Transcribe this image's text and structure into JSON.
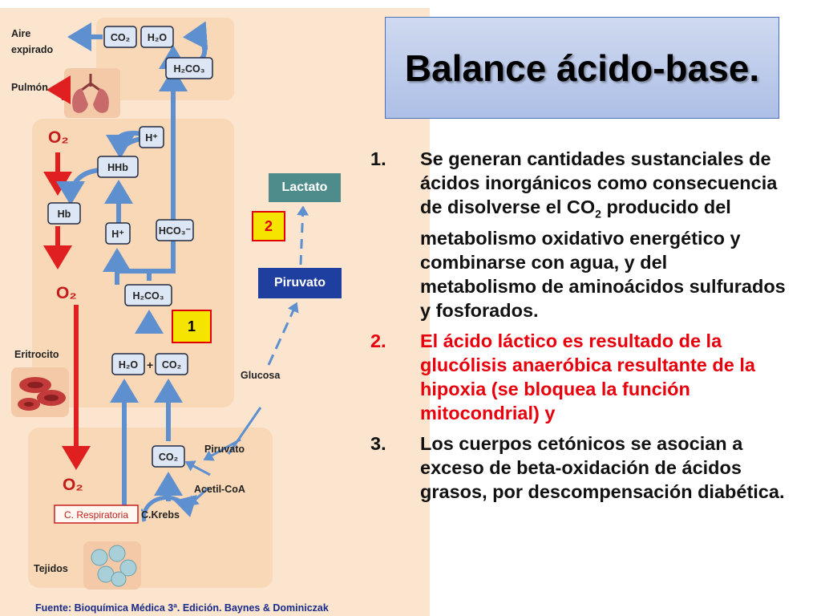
{
  "slide": {
    "title": "Balance ácido-base.",
    "points": [
      {
        "num": "1.",
        "text": "Se generan cantidades sustanciales de ácidos inorgánicos como consecuencia de disolverse el CO",
        "sub": "2",
        "text2": " producido del metabolismo oxidativo energético y combinarse con agua, y del metabolismo de aminoácidos sulfurados y fosforados.",
        "color": "#111111"
      },
      {
        "num": "2.",
        "text": "El ácido láctico es resultado de la glucólisis anaeróbica resultante de la hipoxia (se bloquea la función mitocondrial) y",
        "color": "#e8000c"
      },
      {
        "num": "3.",
        "text": "Los cuerpos cetónicos  se asocian a exceso de beta-oxidación de ácidos grasos, por descompensación diabética.",
        "color": "#111111"
      }
    ]
  },
  "figure": {
    "aire_line1": "Aire",
    "aire_line2": "expirado",
    "pulmon": "Pulmón",
    "eritrocito": "Eritrocito",
    "tejidos": "Tejidos",
    "o2": "O₂",
    "co2": "CO₂",
    "h2o": "H₂O",
    "h2co3": "H₂CO₃",
    "h_plus": "H⁺",
    "hhb": "HHb",
    "hb": "Hb",
    "hco3": "HCO₃⁻",
    "plus": "+",
    "glucosa": "Glucosa",
    "piruvato_dark": "Piruvato",
    "acetil_coa": "Acetil-CoA",
    "ckrebs": "C.Krebs",
    "c_respiratoria": "C. Respiratoria",
    "lactato_box": "Lactato",
    "piruvato_box": "Piruvato",
    "marker_1": "1",
    "marker_2": "2",
    "source": "Fuente: Bioquímica Médica 3ª. Edición.  Baynes & Dominiczak"
  },
  "colors": {
    "panel": "#fbe5cf",
    "compartment": "#f8d8b6",
    "blue_arrow": "#5e8fcf",
    "red_arrow": "#e02020",
    "box_fill": "#dde6f4",
    "box_border": "#1f2a44",
    "teal_box": "#4d8c8a",
    "navy_box": "#1f3fa0",
    "marker_fill": "#f5e400",
    "marker_border": "#e30000"
  }
}
